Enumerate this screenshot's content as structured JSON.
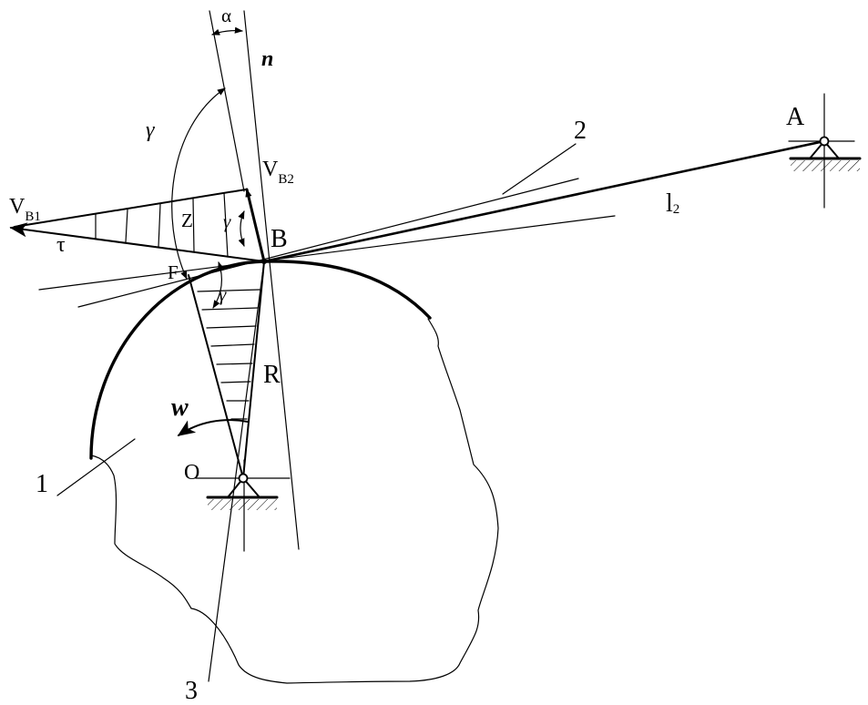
{
  "labels": {
    "alpha": "α",
    "n": "n",
    "gamma_top": "γ",
    "vb2_main": "V",
    "vb2_sub": "B2",
    "vb1_main": "V",
    "vb1_sub": "B1",
    "tau": "τ",
    "z": "Z",
    "gamma_mid": "γ",
    "b": "B",
    "f": "F",
    "gamma_low": "γ",
    "r": "R",
    "w": "w",
    "o": "O",
    "one": "1",
    "two": "2",
    "three": "3",
    "a": "A",
    "l2_main": "l",
    "l2_sub": "2"
  }
}
